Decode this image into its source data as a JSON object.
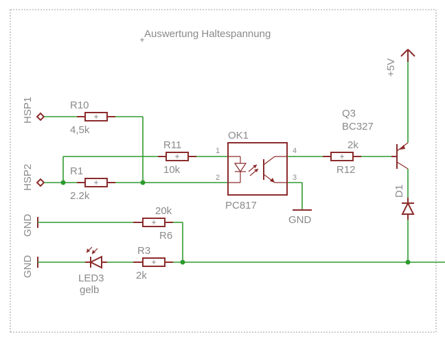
{
  "title": "Auswertung Haltespannung",
  "connectors": {
    "hsp1": "HSP1",
    "hsp2": "HSP2",
    "gnd_a": "GND",
    "gnd_b": "GND"
  },
  "components": {
    "r10": {
      "name": "R10",
      "value": "4,5k"
    },
    "r1": {
      "name": "R1",
      "value": "2.2k"
    },
    "r11": {
      "name": "R11",
      "value": "10k"
    },
    "r6": {
      "name": "R6",
      "value": "20k"
    },
    "r3": {
      "name": "R3",
      "value": "2k"
    },
    "r12": {
      "name": "R12",
      "value": "2k"
    },
    "ok1": {
      "name": "OK1",
      "value": "PC817",
      "pin1": "1",
      "pin2": "2",
      "pin3": "3",
      "pin4": "4"
    },
    "q3": {
      "name": "Q3",
      "value": "BC327"
    },
    "d1": {
      "name": "D1"
    },
    "led3": {
      "name": "LED3",
      "value": "gelb"
    }
  },
  "supply": {
    "vcc": "+5V",
    "gnd": "GND"
  },
  "colors": {
    "wire": "#2e9a2e",
    "part": "#8b2a2a",
    "text": "#8a8a8a"
  }
}
